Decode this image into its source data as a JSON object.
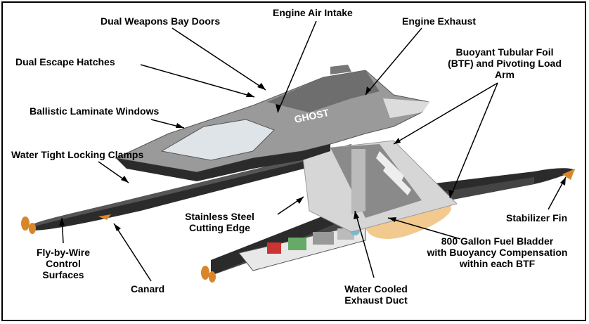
{
  "hull_text": "GHOST",
  "labels": {
    "dual_weapons_bay_doors": "Dual Weapons Bay Doors",
    "engine_air_intake": "Engine Air Intake",
    "engine_exhaust": "Engine Exhaust",
    "dual_escape_hatches": "Dual Escape Hatches",
    "btf_line1": "Buoyant Tubular Foil",
    "btf_line2": "(BTF) and Pivoting Load",
    "btf_line3": "Arm",
    "ballistic_laminate_windows": "Ballistic Laminate Windows",
    "water_tight_locking_clamps": "Water Tight Locking Clamps",
    "stainless_line1": "Stainless Steel",
    "stainless_line2": "Cutting Edge",
    "stabilizer_fin": "Stabilizer Fin",
    "fuel_line1": "800 Gallon Fuel Bladder",
    "fuel_line2": "with Buoyancy Compensation",
    "fuel_line3": "within each BTF",
    "fly_line1": "Fly-by-Wire",
    "fly_line2": "Control",
    "fly_line3": "Surfaces",
    "canard": "Canard",
    "exhaust_duct_line1": "Water Cooled",
    "exhaust_duct_line2": "Exhaust Duct"
  },
  "colors": {
    "hull_dark": "#2b2b2b",
    "hull_grey": "#9a9a9a",
    "strut_light": "#d6d6d6",
    "fuel_bladder": "#f2c98f",
    "propeller": "#d9862a"
  }
}
